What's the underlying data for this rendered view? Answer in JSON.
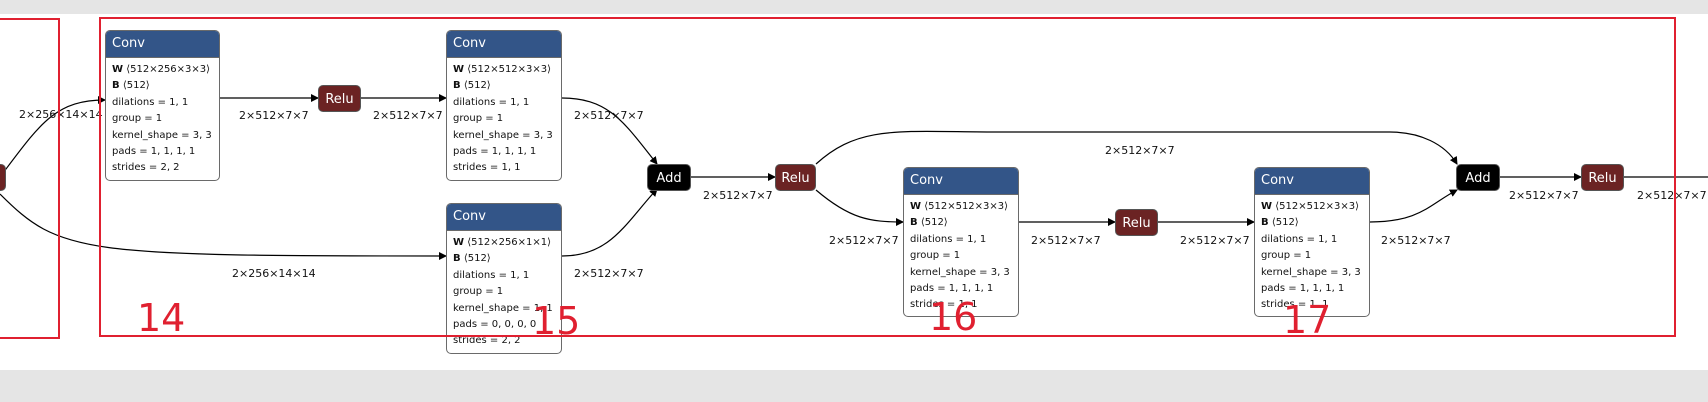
{
  "nodes": {
    "conv1": {
      "title": "Conv",
      "w": "⟨512×256×3×3⟩",
      "b": "⟨512⟩",
      "attrs": [
        "dilations = 1, 1",
        "group = 1",
        "kernel_shape = 3, 3",
        "pads = 1, 1, 1, 1",
        "strides = 2, 2"
      ]
    },
    "conv2": {
      "title": "Conv",
      "w": "⟨512×512×3×3⟩",
      "b": "⟨512⟩",
      "attrs": [
        "dilations = 1, 1",
        "group = 1",
        "kernel_shape = 3, 3",
        "pads = 1, 1, 1, 1",
        "strides = 1, 1"
      ]
    },
    "conv3": {
      "title": "Conv",
      "w": "⟨512×256×1×1⟩",
      "b": "⟨512⟩",
      "attrs": [
        "dilations = 1, 1",
        "group = 1",
        "kernel_shape = 1, 1",
        "pads = 0, 0, 0, 0",
        "strides = 2, 2"
      ]
    },
    "conv4": {
      "title": "Conv",
      "w": "⟨512×512×3×3⟩",
      "b": "⟨512⟩",
      "attrs": [
        "dilations = 1, 1",
        "group = 1",
        "kernel_shape = 3, 3",
        "pads = 1, 1, 1, 1",
        "strides = 1, 1"
      ]
    },
    "conv5": {
      "title": "Conv",
      "w": "⟨512×512×3×3⟩",
      "b": "⟨512⟩",
      "attrs": [
        "dilations = 1, 1",
        "group = 1",
        "kernel_shape = 3, 3",
        "pads = 1, 1, 1, 1",
        "strides = 1, 1"
      ]
    },
    "relu1": "Relu",
    "relu2": "Relu",
    "relu3": "Relu",
    "relu4": "Relu",
    "add1": "Add",
    "add2": "Add"
  },
  "edge_labels": {
    "e1": "2×256×14×14",
    "e2": "2×512×7×7",
    "e3": "2×512×7×7",
    "e4": "2×512×7×7",
    "e5": "2×256×14×14",
    "e6": "2×512×7×7",
    "e7": "2×512×7×7",
    "e8": "2×512×7×7",
    "e9": "2×512×7×7",
    "e10": "2×512×7×7",
    "e11": "2×512×7×7",
    "e12": "2×512×7×7",
    "e13": "2×512×7×7",
    "e14": "2×512×7×7"
  },
  "block_numbers": [
    "14",
    "15",
    "16",
    "17"
  ],
  "colors": {
    "conv_header": "#335588",
    "relu": "#6b2323",
    "add": "#000000",
    "highlight": "#e02030"
  }
}
